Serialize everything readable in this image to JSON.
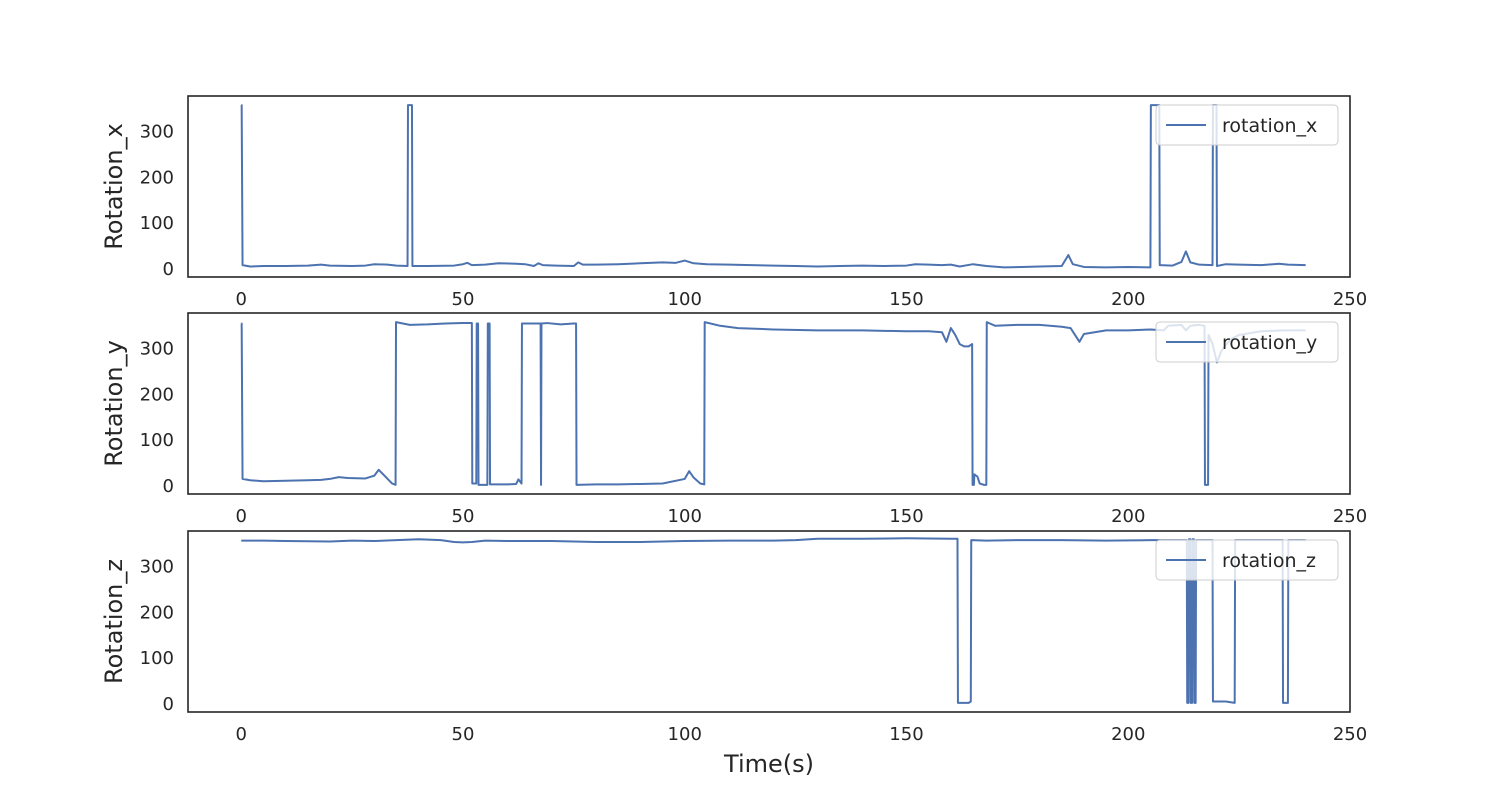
{
  "chart_data": [
    {
      "type": "line",
      "ylabel": "Rotation_x",
      "xlabel": "",
      "xlim": [
        -12,
        250
      ],
      "ylim": [
        -18,
        378
      ],
      "xticks": [
        0,
        50,
        100,
        150,
        200,
        250
      ],
      "yticks": [
        0,
        100,
        200,
        300
      ],
      "legend": "top-right",
      "color": "#4c72b0",
      "series": [
        {
          "name": "rotation_x",
          "points": [
            [
              0,
              358
            ],
            [
              0.1,
              358
            ],
            [
              0.3,
              8
            ],
            [
              2,
              5
            ],
            [
              5,
              6
            ],
            [
              10,
              6
            ],
            [
              15,
              7
            ],
            [
              18,
              9
            ],
            [
              20,
              7
            ],
            [
              25,
              6
            ],
            [
              28,
              7
            ],
            [
              30,
              10
            ],
            [
              33,
              9
            ],
            [
              35,
              7
            ],
            [
              37.5,
              6
            ],
            [
              37.6,
              358
            ],
            [
              38.5,
              358
            ],
            [
              38.6,
              6
            ],
            [
              42,
              6
            ],
            [
              48,
              7
            ],
            [
              50,
              10
            ],
            [
              51,
              13
            ],
            [
              52,
              8
            ],
            [
              55,
              9
            ],
            [
              58,
              12
            ],
            [
              62,
              11
            ],
            [
              64,
              10
            ],
            [
              66,
              6
            ],
            [
              67,
              12
            ],
            [
              68,
              8
            ],
            [
              71,
              7
            ],
            [
              75,
              6
            ],
            [
              76,
              14
            ],
            [
              77,
              9
            ],
            [
              80,
              9
            ],
            [
              85,
              10
            ],
            [
              90,
              12
            ],
            [
              95,
              14
            ],
            [
              98,
              13
            ],
            [
              100,
              18
            ],
            [
              102,
              12
            ],
            [
              105,
              10
            ],
            [
              110,
              9
            ],
            [
              115,
              8
            ],
            [
              120,
              7
            ],
            [
              125,
              6
            ],
            [
              130,
              5
            ],
            [
              135,
              6
            ],
            [
              140,
              7
            ],
            [
              145,
              6
            ],
            [
              150,
              7
            ],
            [
              152,
              10
            ],
            [
              155,
              9
            ],
            [
              158,
              8
            ],
            [
              160,
              9
            ],
            [
              162,
              5
            ],
            [
              165,
              10
            ],
            [
              168,
              6
            ],
            [
              172,
              3
            ],
            [
              176,
              4
            ],
            [
              180,
              5
            ],
            [
              185,
              6
            ],
            [
              186.5,
              30
            ],
            [
              187.5,
              10
            ],
            [
              190,
              4
            ],
            [
              195,
              3
            ],
            [
              200,
              4
            ],
            [
              205,
              3
            ],
            [
              205.1,
              358
            ],
            [
              207,
              358
            ],
            [
              207.1,
              8
            ],
            [
              210,
              7
            ],
            [
              212,
              15
            ],
            [
              213,
              38
            ],
            [
              214,
              14
            ],
            [
              216,
              9
            ],
            [
              219,
              8
            ],
            [
              219.1,
              358
            ],
            [
              219.9,
              358
            ],
            [
              220,
              6
            ],
            [
              222,
              10
            ],
            [
              225,
              9
            ],
            [
              230,
              8
            ],
            [
              234,
              11
            ],
            [
              236,
              9
            ],
            [
              240,
              8
            ]
          ]
        }
      ]
    },
    {
      "type": "line",
      "ylabel": "Rotation_y",
      "xlabel": "",
      "xlim": [
        -12,
        250
      ],
      "ylim": [
        -18,
        378
      ],
      "xticks": [
        0,
        50,
        100,
        150,
        200,
        250
      ],
      "yticks": [
        0,
        100,
        200,
        300
      ],
      "legend": "top-right",
      "color": "#4c72b0",
      "series": [
        {
          "name": "rotation_y",
          "points": [
            [
              0,
              355
            ],
            [
              0.1,
              355
            ],
            [
              0.3,
              15
            ],
            [
              2,
              12
            ],
            [
              5,
              10
            ],
            [
              10,
              11
            ],
            [
              15,
              12
            ],
            [
              18,
              13
            ],
            [
              20,
              15
            ],
            [
              22,
              19
            ],
            [
              24,
              17
            ],
            [
              28,
              16
            ],
            [
              30,
              22
            ],
            [
              31,
              35
            ],
            [
              32,
              25
            ],
            [
              34,
              5
            ],
            [
              34.8,
              2
            ],
            [
              34.9,
              358
            ],
            [
              38,
              352
            ],
            [
              42,
              353
            ],
            [
              46,
              355
            ],
            [
              50,
              356
            ],
            [
              52,
              356
            ],
            [
              52.1,
              5
            ],
            [
              53,
              5
            ],
            [
              53.1,
              355
            ],
            [
              53.4,
              355
            ],
            [
              53.5,
              2
            ],
            [
              55.5,
              2
            ],
            [
              55.6,
              355
            ],
            [
              56,
              355
            ],
            [
              56.1,
              3
            ],
            [
              60,
              3
            ],
            [
              62,
              4
            ],
            [
              62.5,
              14
            ],
            [
              63.2,
              5
            ],
            [
              63.3,
              355
            ],
            [
              66,
              355
            ],
            [
              67.5,
              355
            ],
            [
              67.6,
              2
            ],
            [
              67.7,
              355
            ],
            [
              69,
              356
            ],
            [
              72,
              353
            ],
            [
              75,
              355
            ],
            [
              75.5,
              355
            ],
            [
              75.6,
              2
            ],
            [
              80,
              3
            ],
            [
              85,
              3
            ],
            [
              90,
              4
            ],
            [
              95,
              5
            ],
            [
              100,
              15
            ],
            [
              101,
              32
            ],
            [
              102,
              18
            ],
            [
              103.5,
              5
            ],
            [
              104.4,
              3
            ],
            [
              104.5,
              358
            ],
            [
              108,
              350
            ],
            [
              112,
              345
            ],
            [
              120,
              342
            ],
            [
              130,
              340
            ],
            [
              140,
              340
            ],
            [
              150,
              338
            ],
            [
              155,
              338
            ],
            [
              158,
              336
            ],
            [
              159,
              315
            ],
            [
              160,
              345
            ],
            [
              161,
              330
            ],
            [
              162,
              310
            ],
            [
              163,
              305
            ],
            [
              164,
              305
            ],
            [
              164.8,
              310
            ],
            [
              164.9,
              2
            ],
            [
              165.2,
              2
            ],
            [
              165.3,
              25
            ],
            [
              166,
              20
            ],
            [
              166.5,
              5
            ],
            [
              167.5,
              2
            ],
            [
              168,
              2
            ],
            [
              168.1,
              358
            ],
            [
              170,
              350
            ],
            [
              175,
              352
            ],
            [
              180,
              352
            ],
            [
              185,
              348
            ],
            [
              187,
              345
            ],
            [
              188,
              330
            ],
            [
              189,
              315
            ],
            [
              190,
              332
            ],
            [
              195,
              340
            ],
            [
              200,
              340
            ],
            [
              205,
              342
            ],
            [
              208,
              340
            ],
            [
              209,
              350
            ],
            [
              212,
              352
            ],
            [
              213,
              340
            ],
            [
              214,
              350
            ],
            [
              216,
              352
            ],
            [
              217.2,
              350
            ],
            [
              217.3,
              2
            ],
            [
              218,
              2
            ],
            [
              218.1,
              330
            ],
            [
              219,
              310
            ],
            [
              220,
              270
            ],
            [
              221,
              295
            ],
            [
              223,
              320
            ],
            [
              225,
              330
            ],
            [
              230,
              338
            ],
            [
              235,
              340
            ],
            [
              240,
              340
            ]
          ]
        }
      ]
    },
    {
      "type": "line",
      "ylabel": "Rotation_z",
      "xlabel": "Time(s)",
      "xlim": [
        -12,
        250
      ],
      "ylim": [
        -18,
        378
      ],
      "xticks": [
        0,
        50,
        100,
        150,
        200,
        250
      ],
      "yticks": [
        0,
        100,
        200,
        300
      ],
      "legend": "top-right",
      "color": "#4c72b0",
      "series": [
        {
          "name": "rotation_z",
          "points": [
            [
              0,
              357
            ],
            [
              5,
              357
            ],
            [
              10,
              356
            ],
            [
              20,
              355
            ],
            [
              25,
              357
            ],
            [
              30,
              356
            ],
            [
              35,
              358
            ],
            [
              40,
              360
            ],
            [
              45,
              358
            ],
            [
              48,
              354
            ],
            [
              50,
              353
            ],
            [
              52,
              354
            ],
            [
              55,
              357
            ],
            [
              60,
              356
            ],
            [
              70,
              356
            ],
            [
              80,
              354
            ],
            [
              90,
              354
            ],
            [
              100,
              356
            ],
            [
              110,
              357
            ],
            [
              120,
              357
            ],
            [
              125,
              358
            ],
            [
              130,
              361
            ],
            [
              140,
              361
            ],
            [
              150,
              362
            ],
            [
              160,
              361
            ],
            [
              161.5,
              361
            ],
            [
              161.6,
              2
            ],
            [
              164,
              2
            ],
            [
              164.5,
              5
            ],
            [
              164.6,
              358
            ],
            [
              168,
              357
            ],
            [
              175,
              358
            ],
            [
              185,
              358
            ],
            [
              195,
              357
            ],
            [
              205,
              358
            ],
            [
              210,
              358
            ],
            [
              213.2,
              358
            ],
            [
              213.3,
              2
            ],
            [
              213.6,
              2
            ],
            [
              213.7,
              360
            ],
            [
              214,
              360
            ],
            [
              214.1,
              2
            ],
            [
              214.4,
              2
            ],
            [
              214.5,
              360
            ],
            [
              214.8,
              360
            ],
            [
              214.9,
              2
            ],
            [
              215.2,
              2
            ],
            [
              215.3,
              358
            ],
            [
              219,
              358
            ],
            [
              219.1,
              5
            ],
            [
              222,
              5
            ],
            [
              224,
              2
            ],
            [
              224.1,
              358
            ],
            [
              230,
              358
            ],
            [
              234.8,
              358
            ],
            [
              234.9,
              2
            ],
            [
              236,
              2
            ],
            [
              236.1,
              358
            ],
            [
              240,
              358
            ]
          ]
        }
      ]
    }
  ]
}
